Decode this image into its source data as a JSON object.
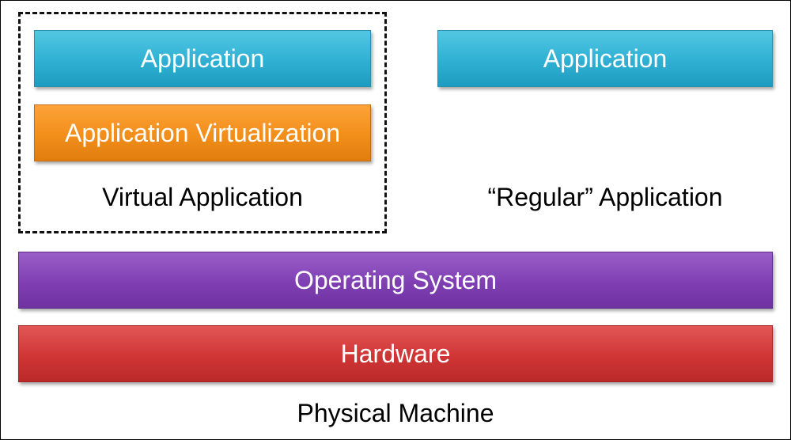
{
  "virtual_stack": {
    "application_label": "Application",
    "virtualization_label": "Application Virtualization",
    "caption": "Virtual Application"
  },
  "regular_stack": {
    "application_label": "Application",
    "caption": "“Regular” Application"
  },
  "operating_system_label": "Operating System",
  "hardware_label": "Hardware",
  "machine_caption": "Physical Machine",
  "colors": {
    "application": "#2fb0d3",
    "virtualization": "#f28e1a",
    "operating_system": "#7f3fb3",
    "hardware": "#cf3535",
    "group_border": "#111111"
  }
}
